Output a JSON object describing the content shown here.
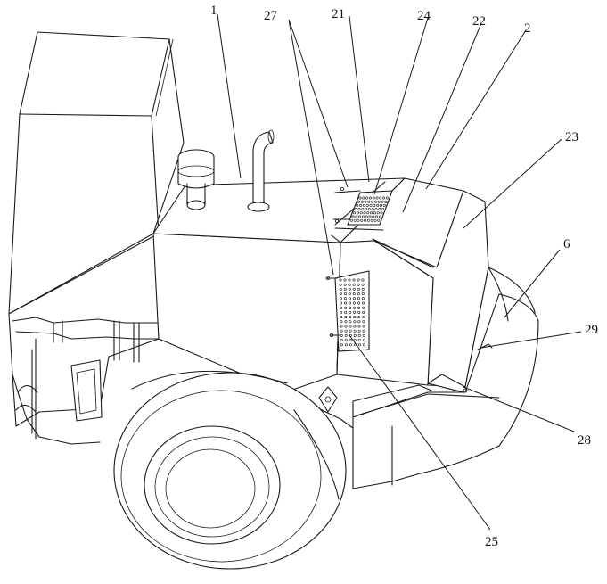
{
  "figure": {
    "labels": {
      "l1": "1",
      "l2": "2",
      "l6": "6",
      "l21": "21",
      "l22": "22",
      "l23": "23",
      "l24": "24",
      "l25": "25",
      "l27": "27",
      "l28": "28",
      "l29": "29"
    }
  },
  "colors": {
    "line": "#1a1a1a",
    "background": "#ffffff"
  }
}
